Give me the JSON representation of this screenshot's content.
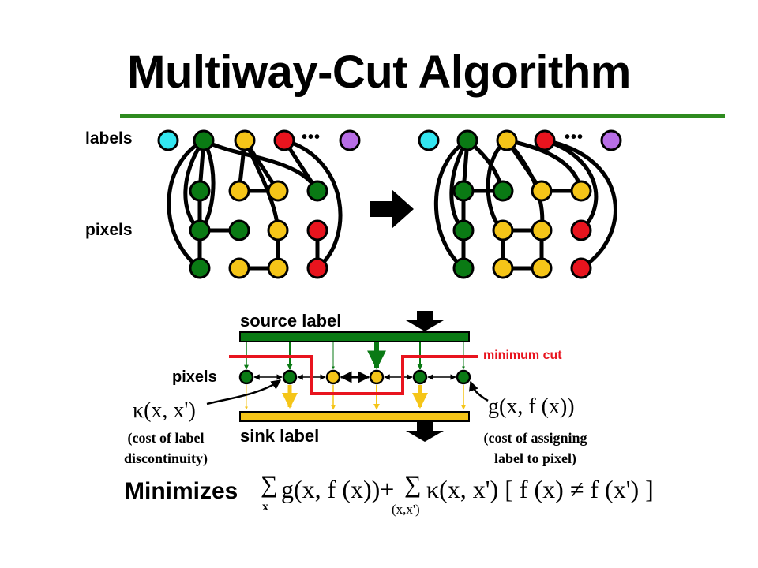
{
  "title": "Multiway-Cut Algorithm",
  "top_diagram": {
    "labels_text": "labels",
    "pixels_text": "pixels",
    "ellipsis": "•••",
    "colors": {
      "cyan": "#33e6f0",
      "green": "#0a7a14",
      "yellow": "#f5c518",
      "red": "#e8141e",
      "purple": "#b86ee6"
    }
  },
  "cut_diagram": {
    "source_label": "source label",
    "sink_label": "sink label",
    "pixels_text": "pixels",
    "minimum_cut": "minimum cut",
    "kappa_term": "κ(x, x')",
    "kappa_note_line1": "(cost of label",
    "kappa_note_line2": "discontinuity)",
    "g_term": "g(x, f (x))",
    "g_note_line1": "(cost of assigning",
    "g_note_line2": "label to pixel)",
    "colors": {
      "source_bar": "#0a7a14",
      "sink_bar": "#f5c518",
      "cut_line": "#e8141e"
    }
  },
  "objective": {
    "minimizes_text": "Minimizes",
    "sum1": "∑",
    "sum1_sub": "x",
    "term1": "g(x, f (x))+",
    "sum2": "∑",
    "sum2_sub": "(x,x')",
    "term2": "κ(x, x') [ f (x) ≠ f (x') ]"
  }
}
